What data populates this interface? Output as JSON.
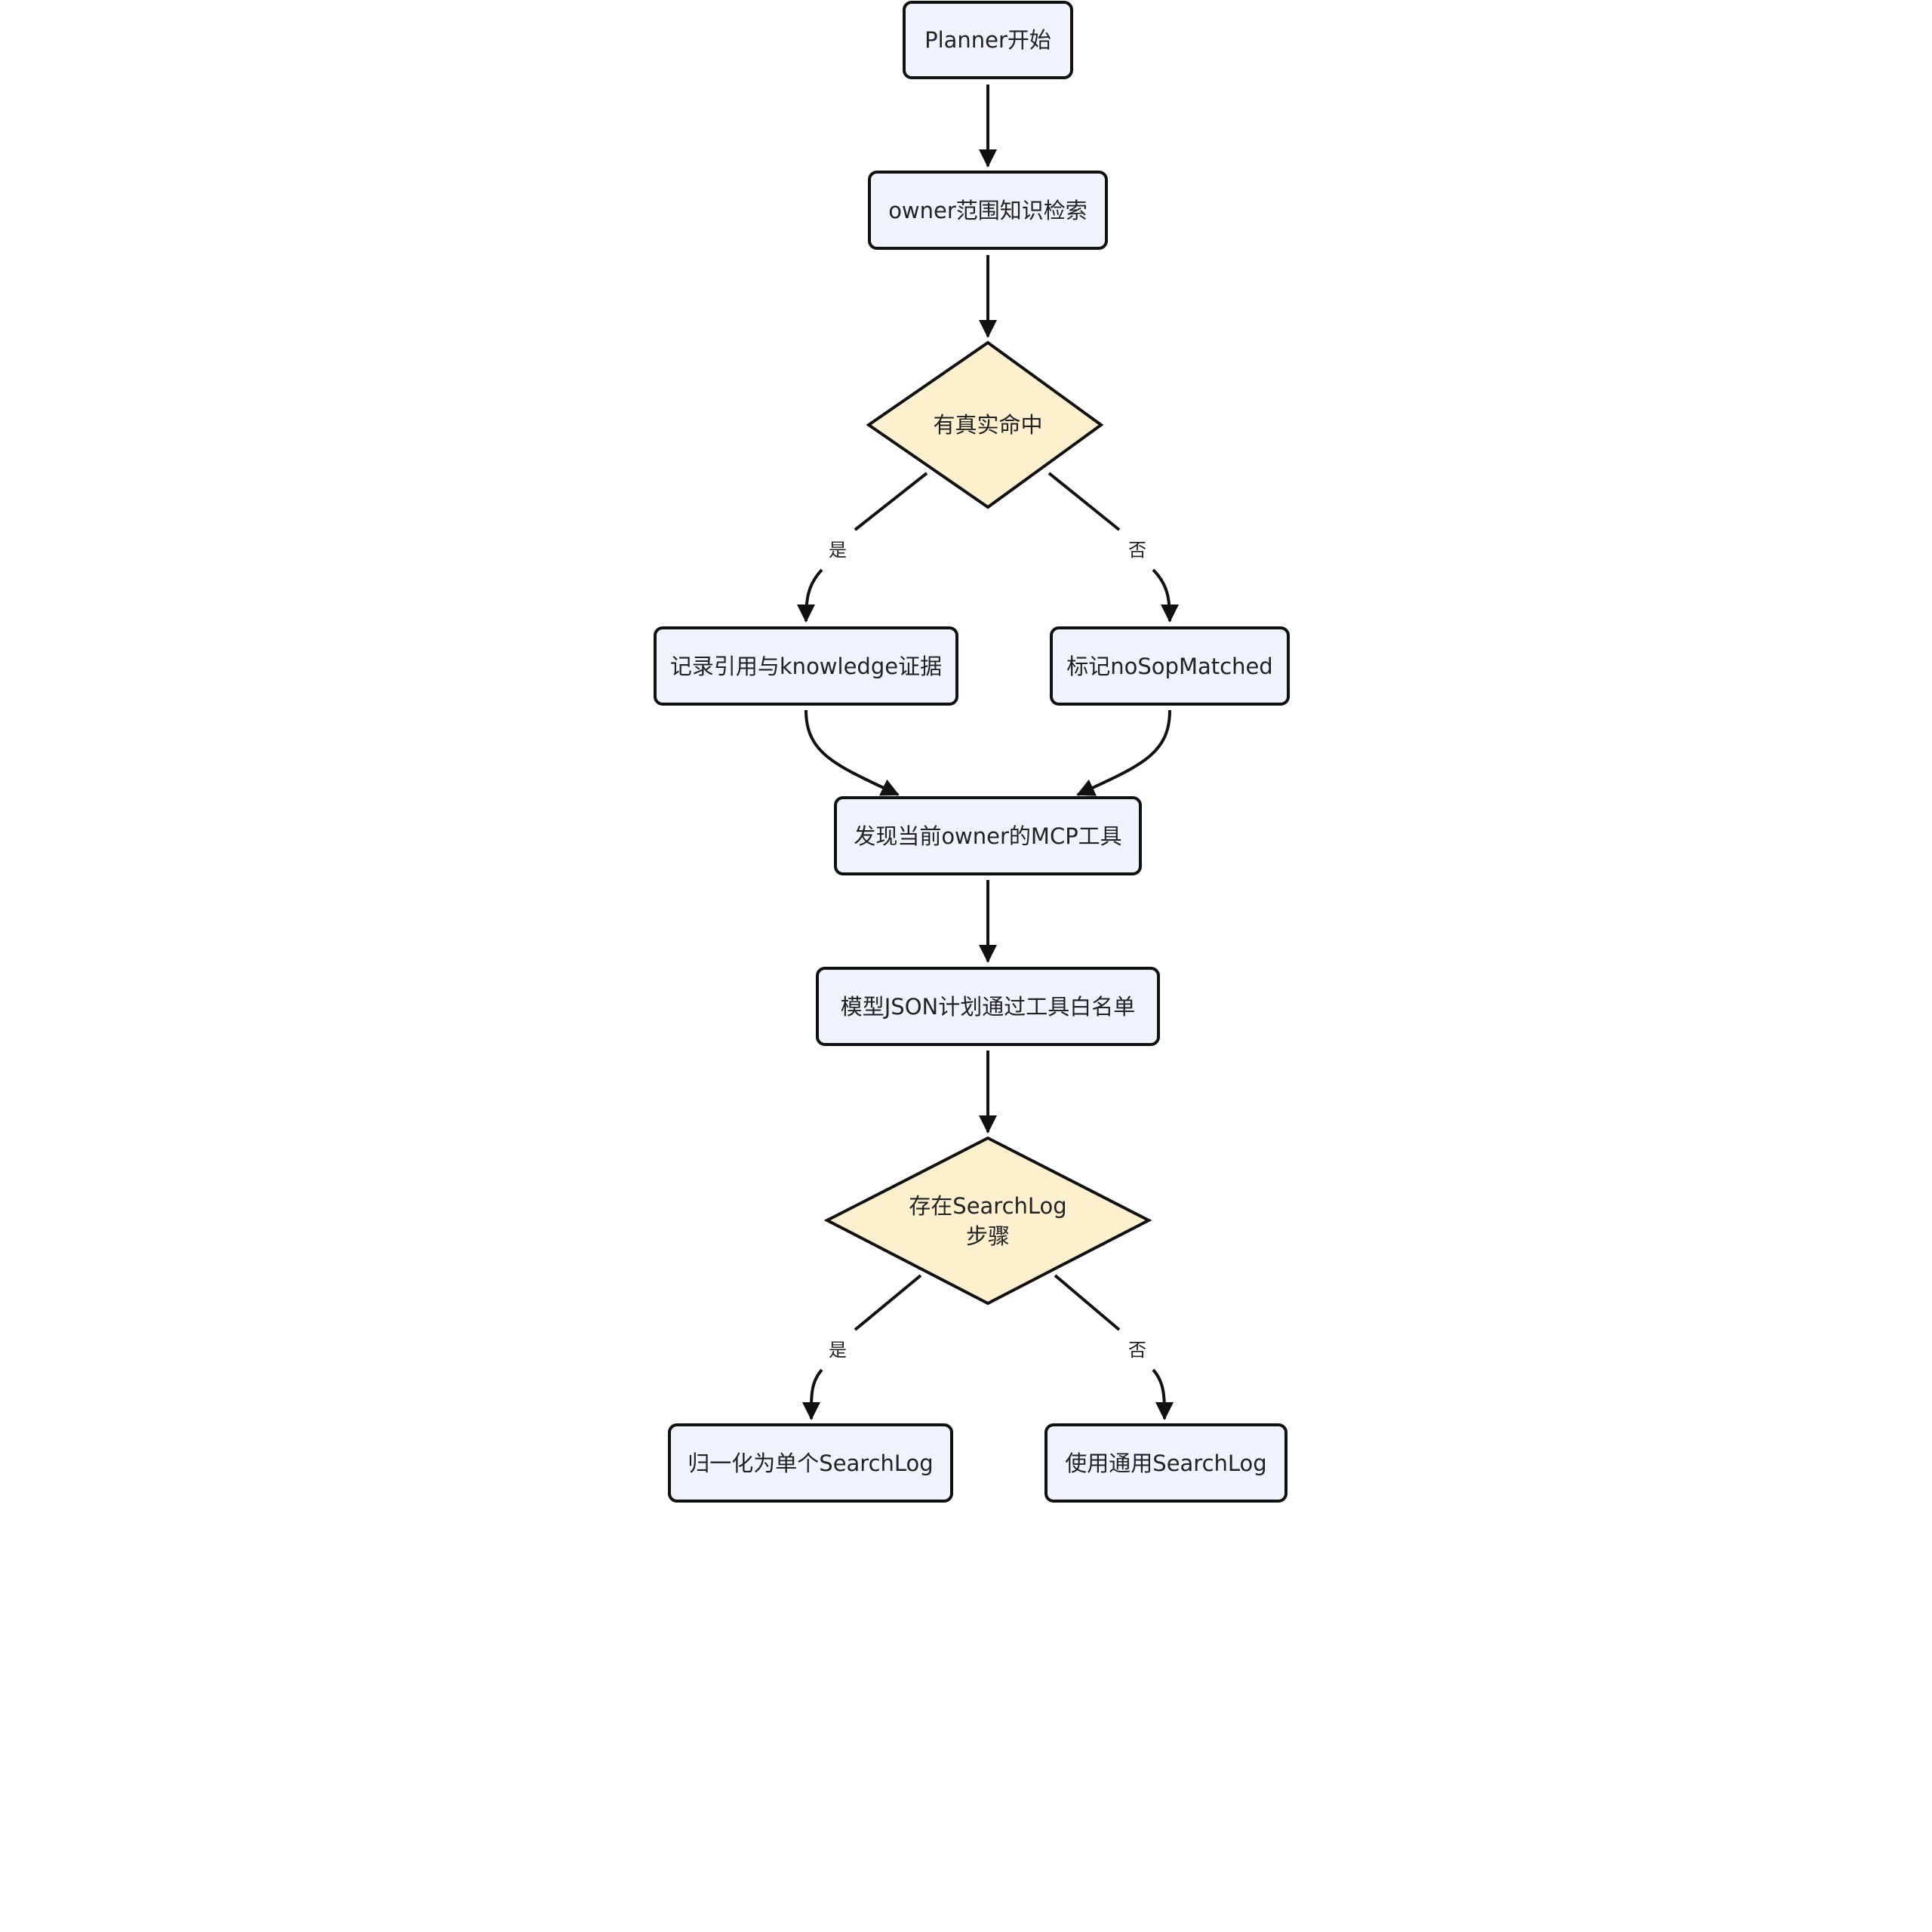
{
  "colors": {
    "process_fill": "#eef3fc",
    "decision_fill": "#fdf0cf",
    "stroke": "#111111",
    "text": "#222222"
  },
  "nodes": {
    "start": "Planner开始",
    "search": "owner范围知识检索",
    "decision1": "有真实命中",
    "record": "记录引用与knowledge证据",
    "mark": "标记noSopMatched",
    "discover": "发现当前owner的MCP工具",
    "plan": "模型JSON计划通过工具白名单",
    "decision2_line1": "存在SearchLog",
    "decision2_line2": "步骤",
    "normalize": "归一化为单个SearchLog",
    "generic": "使用通用SearchLog"
  },
  "edges": {
    "yes1": "是",
    "no1": "否",
    "yes2": "是",
    "no2": "否"
  }
}
